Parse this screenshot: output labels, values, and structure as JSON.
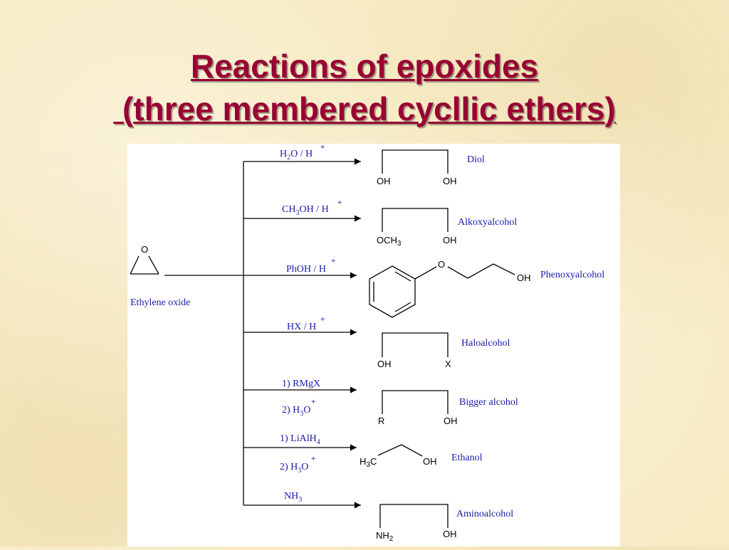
{
  "title": {
    "line1": "Reactions of epoxides",
    "line2": " (three membered cycllic ethers)"
  },
  "starting_material": {
    "name": "Ethylene oxide",
    "atom": "O"
  },
  "reactions": [
    {
      "reagent_lines": [
        {
          "parts": [
            "H",
            "2",
            "O / H"
          ],
          "charge": "+"
        }
      ],
      "product_labels": [
        "OH",
        "OH"
      ],
      "product_name": "Diol"
    },
    {
      "reagent_lines": [
        {
          "parts": [
            "CH",
            "3",
            "OH / H"
          ],
          "charge": "+"
        }
      ],
      "product_labels": [
        "OCH",
        "3",
        "OH"
      ],
      "product_name": "Alkoxyalcohol"
    },
    {
      "reagent_lines": [
        {
          "parts": [
            "PhOH / H"
          ],
          "charge": "+"
        }
      ],
      "product_labels": [
        "O",
        "OH"
      ],
      "product_name": "Phenoxyalcohol"
    },
    {
      "reagent_lines": [
        {
          "parts": [
            "HX / H"
          ],
          "charge": "+"
        }
      ],
      "product_labels": [
        "OH",
        "X"
      ],
      "product_name": "Haloalcohol"
    },
    {
      "reagent_lines": [
        {
          "parts": [
            "1) RMgX"
          ]
        },
        {
          "parts": [
            "2) H",
            "3",
            "O"
          ],
          "charge": "+"
        }
      ],
      "product_labels": [
        "R",
        "OH"
      ],
      "product_name": "Bigger alcohol"
    },
    {
      "reagent_lines": [
        {
          "parts": [
            "1) LiAlH",
            "4"
          ]
        },
        {
          "parts": [
            "2) H",
            "3",
            "O"
          ],
          "charge": "+"
        }
      ],
      "product_labels": [
        "H",
        "3",
        "C",
        "OH"
      ],
      "product_name": "Ethanol"
    },
    {
      "reagent_lines": [
        {
          "parts": [
            "NH",
            "3"
          ]
        }
      ],
      "product_labels": [
        "NH",
        "2",
        "OH"
      ],
      "product_name": "Aminoalcohol"
    }
  ]
}
